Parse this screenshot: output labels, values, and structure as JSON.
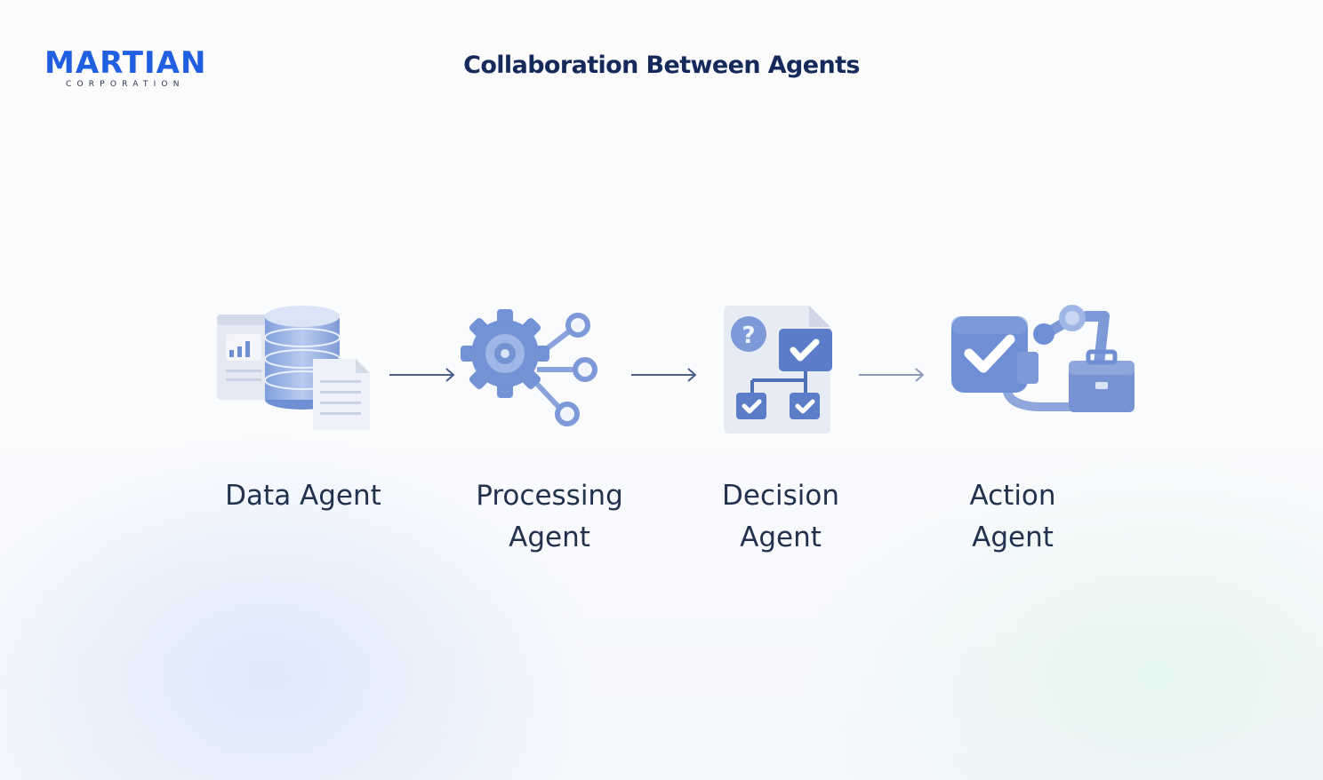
{
  "logo": {
    "wordmark": "MARTIAN",
    "subtitle": "CORPORATION",
    "brand_color": "#1f5fe0"
  },
  "title": "Collaboration Between Agents",
  "nodes": [
    {
      "label_line1": "Data Agent",
      "label_line2": "",
      "icon": "database-document-icon"
    },
    {
      "label_line1": "Processing",
      "label_line2": "Agent",
      "icon": "gear-network-icon"
    },
    {
      "label_line1": "Decision",
      "label_line2": "Agent",
      "icon": "decision-tree-icon"
    },
    {
      "label_line1": "Action",
      "label_line2": "Agent",
      "icon": "robot-arm-briefcase-icon"
    }
  ],
  "colors": {
    "title": "#15295a",
    "label": "#22324e",
    "icon_primary": "#6f8fd4",
    "icon_light": "#c9d7f2",
    "arrow": "#4a5f8a"
  }
}
